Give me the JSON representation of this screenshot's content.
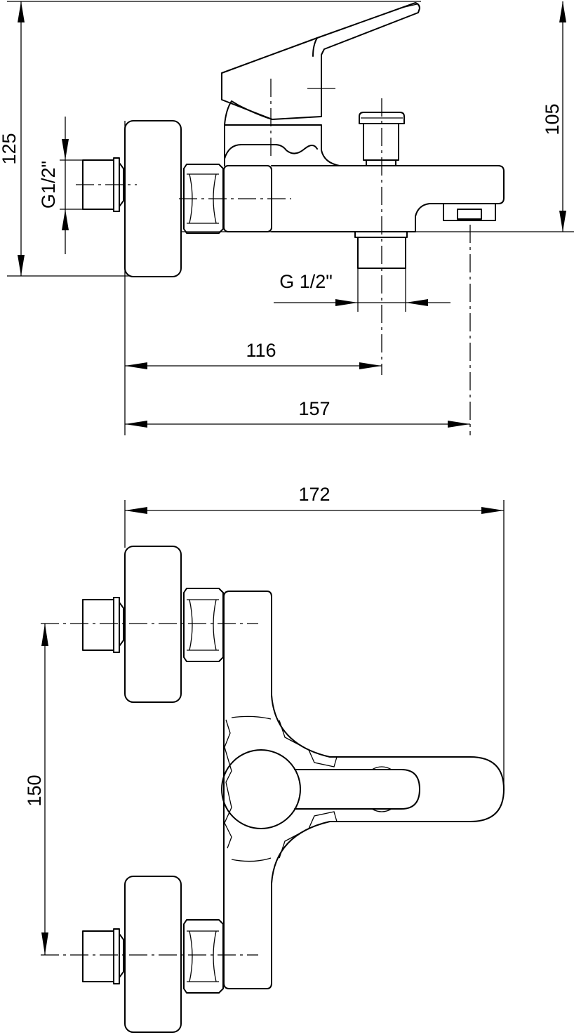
{
  "labels": {
    "dim_125": "125",
    "dim_105": "105",
    "dim_g12_inlet": "G1/2\"",
    "dim_g12_outlet": "G 1/2\"",
    "dim_116": "116",
    "dim_157": "157",
    "dim_172": "172",
    "dim_150": "150"
  },
  "colors": {
    "line": "#000000",
    "background": "#ffffff"
  }
}
